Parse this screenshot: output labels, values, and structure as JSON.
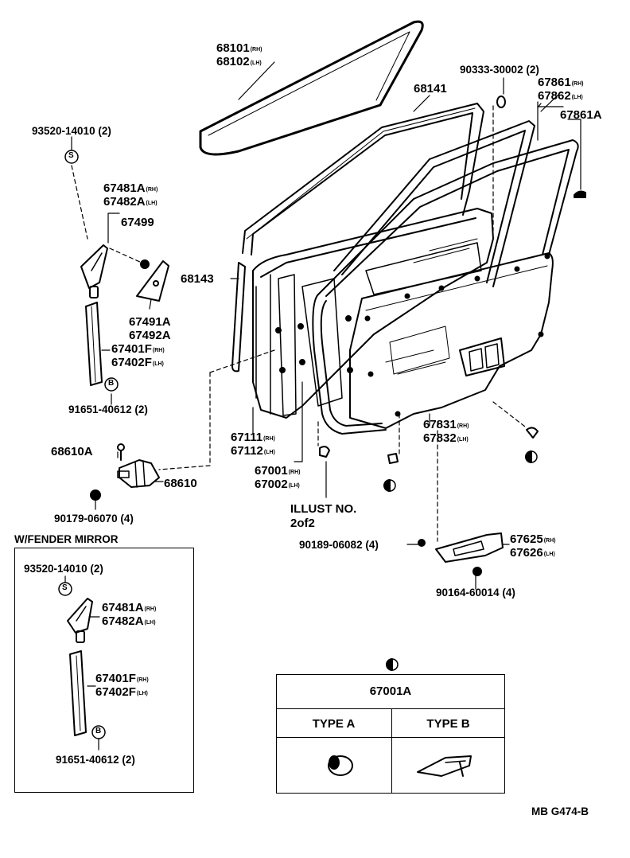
{
  "labels": {
    "p68101": "68101",
    "p68101_s": "(RH)",
    "p68102": "68102",
    "p68102_s": "(LH)",
    "p90333": "90333-30002 (2)",
    "p68141": "68141",
    "p67861": "67861",
    "p67861_s": "(RH)",
    "p67862": "67862",
    "p67862_s": "(LH)",
    "p67861A": "67861A",
    "p93520": "93520-14010 (2)",
    "p67481A": "67481A",
    "p67481A_s": "(RH)",
    "p67482A": "67482A",
    "p67482A_s": "(LH)",
    "p67499": "67499",
    "p68143": "68143",
    "p67491A": "67491A",
    "p67492A": "67492A",
    "p67401F": "67401F",
    "p67401F_s": "(RH)",
    "p67402F": "67402F",
    "p67402F_s": "(LH)",
    "p91651": "91651-40612 (2)",
    "p67111": "67111",
    "p67111_s": "(RH)",
    "p67112": "67112",
    "p67112_s": "(LH)",
    "p67831": "67831",
    "p67831_s": "(RH)",
    "p67832": "67832",
    "p67832_s": "(LH)",
    "p68610A": "68610A",
    "p68610": "68610",
    "p67001": "67001",
    "p67001_s": "(RH)",
    "p67002": "67002",
    "p67002_s": "(LH)",
    "p90179": "90179-06070 (4)",
    "illust1": "ILLUST NO.",
    "illust2": "2of2",
    "p90189": "90189-06082 (4)",
    "p67625": "67625",
    "p67625_s": "(RH)",
    "p67626": "67626",
    "p67626_s": "(LH)",
    "p90164": "90164-60014 (4)"
  },
  "inset": {
    "title": "W/FENDER MIRROR",
    "p93520": "93520-14010 (2)",
    "p67481A": "67481A",
    "p67481A_s": "(RH)",
    "p67482A": "67482A",
    "p67482A_s": "(LH)",
    "p67401F": "67401F",
    "p67401F_s": "(RH)",
    "p67402F": "67402F",
    "p67402F_s": "(LH)",
    "p91651": "91651-40612 (2)"
  },
  "table": {
    "header": "67001A",
    "col_a": "TYPE A",
    "col_b": "TYPE B"
  },
  "markers": {
    "s": "S",
    "b": "B"
  },
  "ref": "MB G474-B"
}
